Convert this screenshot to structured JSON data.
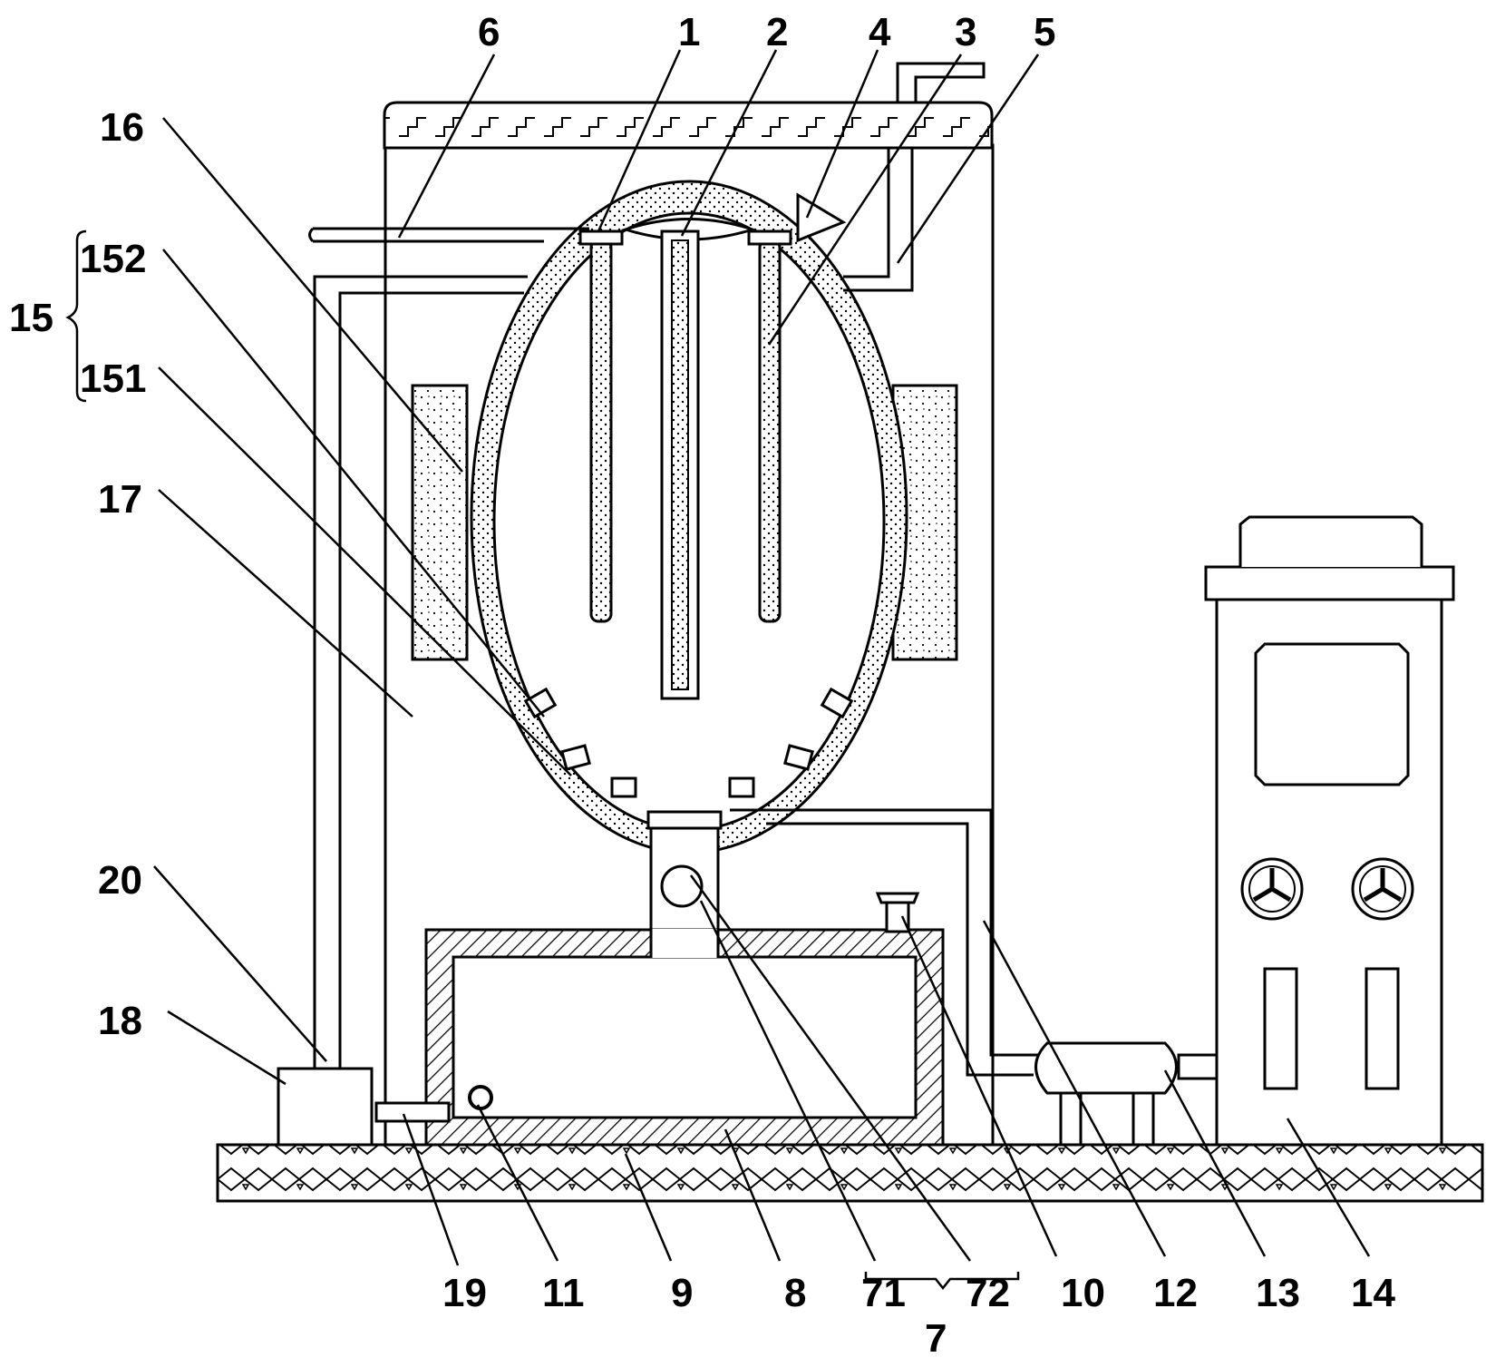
{
  "figure": {
    "type": "patent-schematic",
    "colors": {
      "ink": "#000000",
      "paper": "#ffffff"
    }
  },
  "labels": {
    "l1": "1",
    "l2": "2",
    "l3": "3",
    "l4": "4",
    "l5": "5",
    "l6": "6",
    "l7": "7",
    "l8": "8",
    "l9": "9",
    "l10": "10",
    "l11": "11",
    "l12": "12",
    "l13": "13",
    "l14": "14",
    "l15": "15",
    "l16": "16",
    "l17": "17",
    "l18": "18",
    "l19": "19",
    "l20": "20",
    "l71": "71",
    "l72": "72",
    "l151": "151",
    "l152": "152"
  }
}
